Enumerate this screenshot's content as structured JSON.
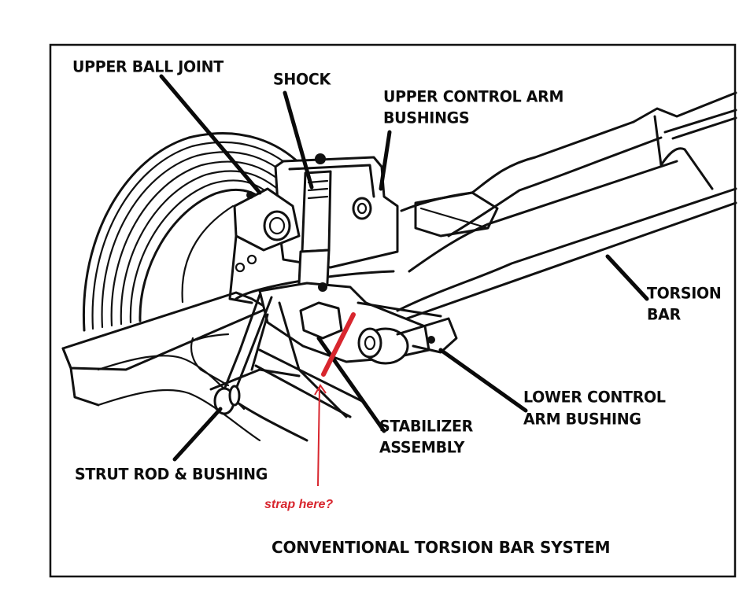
{
  "diagram": {
    "title": "CONVENTIONAL TORSION BAR SYSTEM",
    "labels": {
      "upper_ball_joint": "UPPER BALL JOINT",
      "shock": "SHOCK",
      "upper_control_arm_bushings_line1": "UPPER CONTROL ARM",
      "upper_control_arm_bushings_line2": "BUSHINGS",
      "torsion_bar_line1": "TORSION",
      "torsion_bar_line2": "BAR",
      "lower_control_arm_bushing_line1": "LOWER CONTROL",
      "lower_control_arm_bushing_line2": "ARM BUSHING",
      "stabilizer_assembly_line1": "STABILIZER",
      "stabilizer_assembly_line2": "ASSEMBLY",
      "strut_rod_bushing": "STRUT ROD & BUSHING"
    },
    "annotation": {
      "text": "strap here?",
      "color": "#d8262e"
    },
    "colors": {
      "ink": "#111111",
      "background": "#ffffff",
      "annotation": "#d8262e"
    }
  }
}
